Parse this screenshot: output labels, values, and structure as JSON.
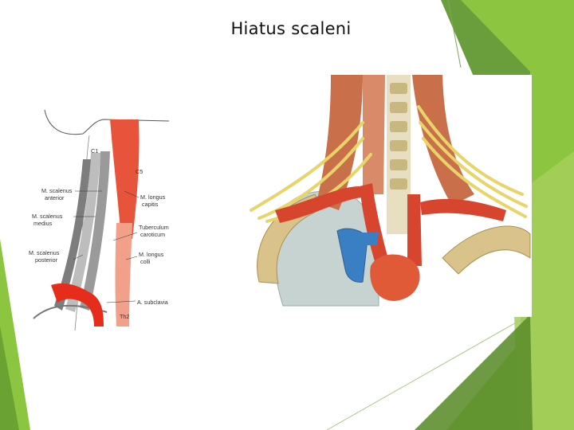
{
  "slide": {
    "title": "Hiatus scaleni",
    "accent_colors": [
      "#6aa233",
      "#8cc540",
      "#a6cf5c",
      "#5d8f2d"
    ]
  },
  "left_figure": {
    "labels": {
      "c1": "C1",
      "c5": "C5",
      "scalenus_anterior": [
        "M. scalenus",
        "anterior"
      ],
      "scalenus_medius": [
        "M. scalenus",
        "medius"
      ],
      "scalenus_posterior": [
        "M. scalenus",
        "posterior"
      ],
      "longus_capitis": [
        "M. longus",
        "capitis"
      ],
      "tuberculum": [
        "Tuberculum",
        "caroticum"
      ],
      "longus_colli": [
        "M. longus",
        "colli"
      ],
      "subclavia": "A. subclavia",
      "th2": "Th2"
    }
  }
}
